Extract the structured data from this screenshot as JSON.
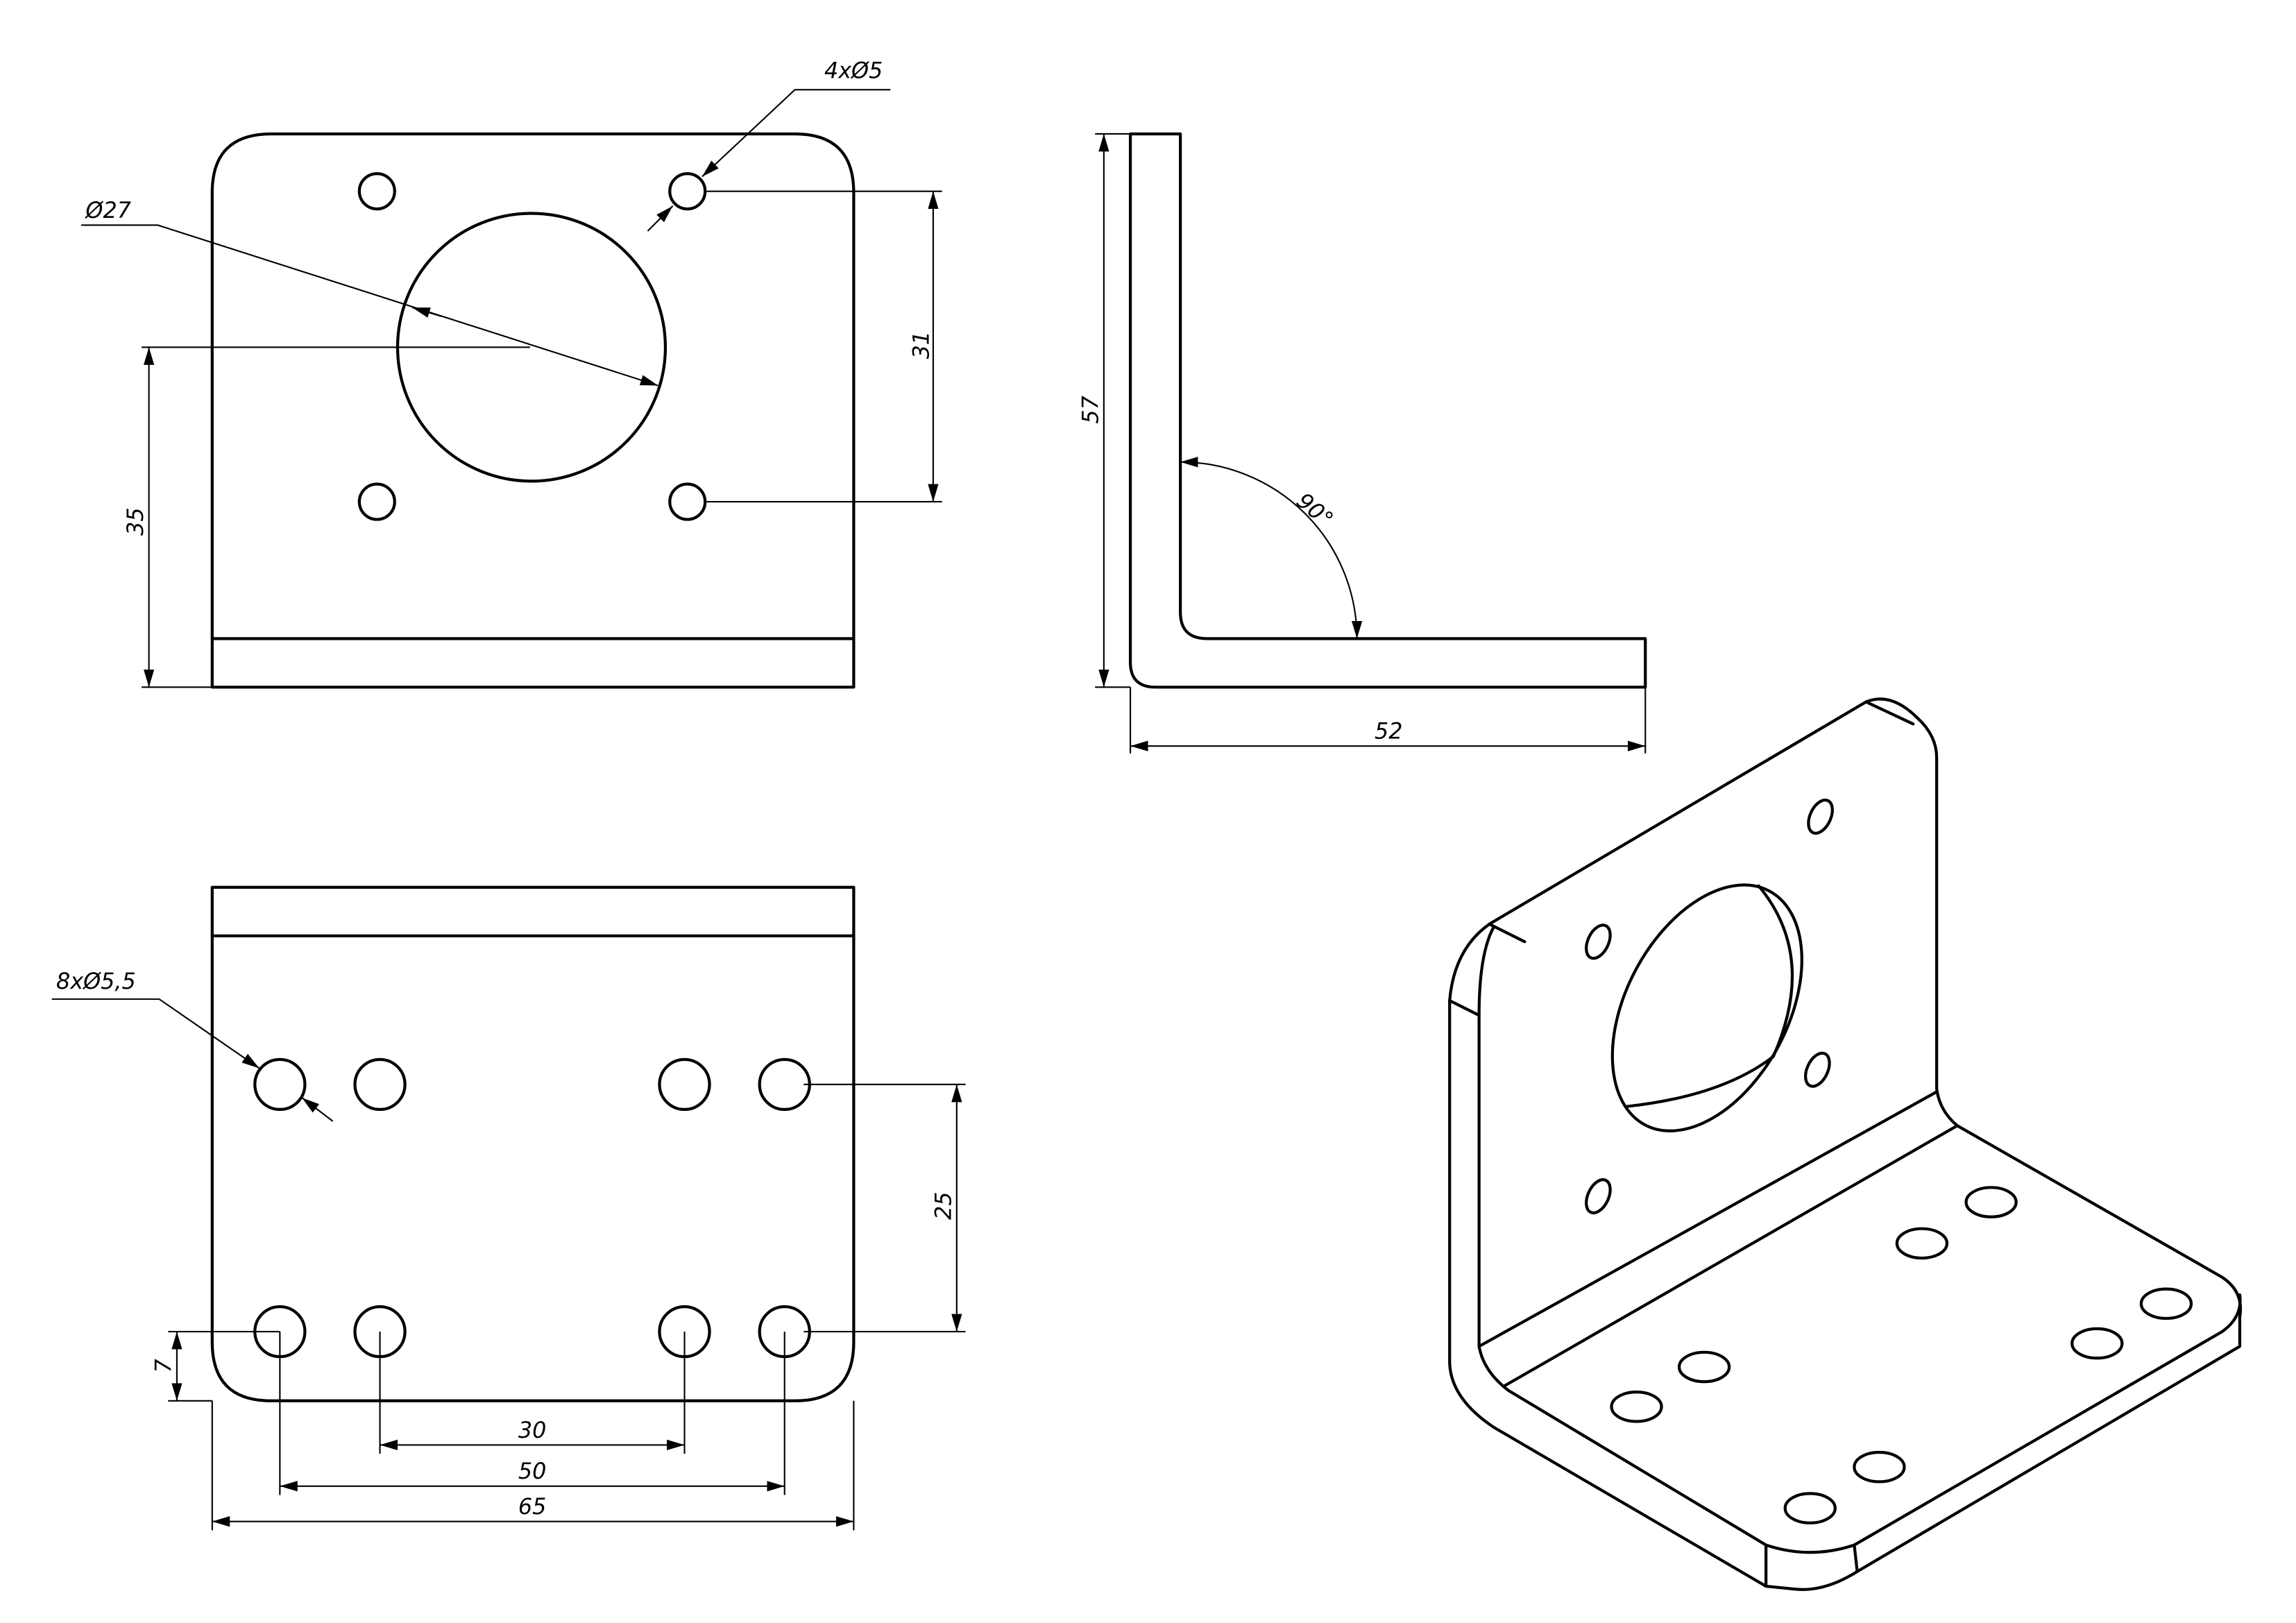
{
  "drawing": {
    "front_view": {
      "hole_callout": "4xØ5",
      "bore_callout": "Ø27",
      "dim_hole_spacing_vertical": "31",
      "dim_bore_height": "35"
    },
    "side_view": {
      "dim_height": "57",
      "dim_angle": "90°",
      "dim_length": "52"
    },
    "bottom_view": {
      "hole_callout": "8xØ5,5",
      "dim_hole_row_spacing": "25",
      "dim_edge_offset": "7",
      "dim_inner_spacing": "30",
      "dim_outer_spacing": "50",
      "dim_width": "65"
    },
    "colors": {
      "line": "#000000",
      "background": "#ffffff"
    }
  }
}
